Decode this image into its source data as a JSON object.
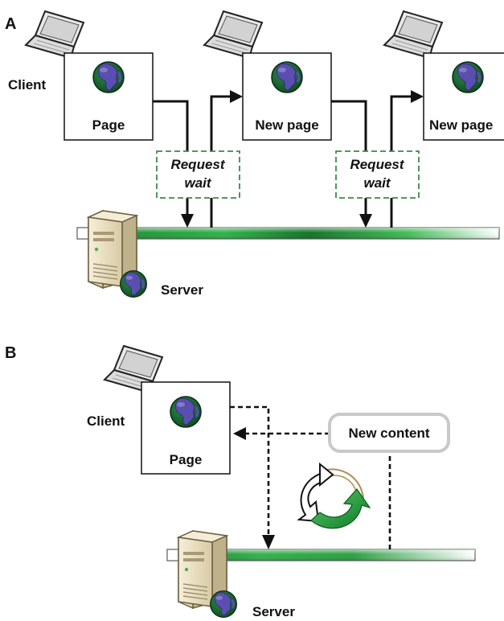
{
  "panel_a": {
    "label": "A",
    "client_label": "Client",
    "server_label": "Server",
    "pages": [
      "Page",
      "New page",
      "New page"
    ],
    "request_wait": [
      {
        "line1": "Request",
        "line2": "wait"
      },
      {
        "line1": "Request",
        "line2": "wait"
      }
    ]
  },
  "panel_b": {
    "label": "B",
    "client_label": "Client",
    "server_label": "Server",
    "page": "Page",
    "new_content": "New content"
  },
  "colors": {
    "green": "#1e9a3a",
    "dash_green": "#3a8a4a",
    "server_body": "#e6dcc0",
    "globe_ocean": "#1c6b32",
    "globe_land": "#5a4fb0"
  },
  "icons": [
    "laptop-icon",
    "globe-icon",
    "server-icon",
    "refresh-cycle-icon"
  ]
}
